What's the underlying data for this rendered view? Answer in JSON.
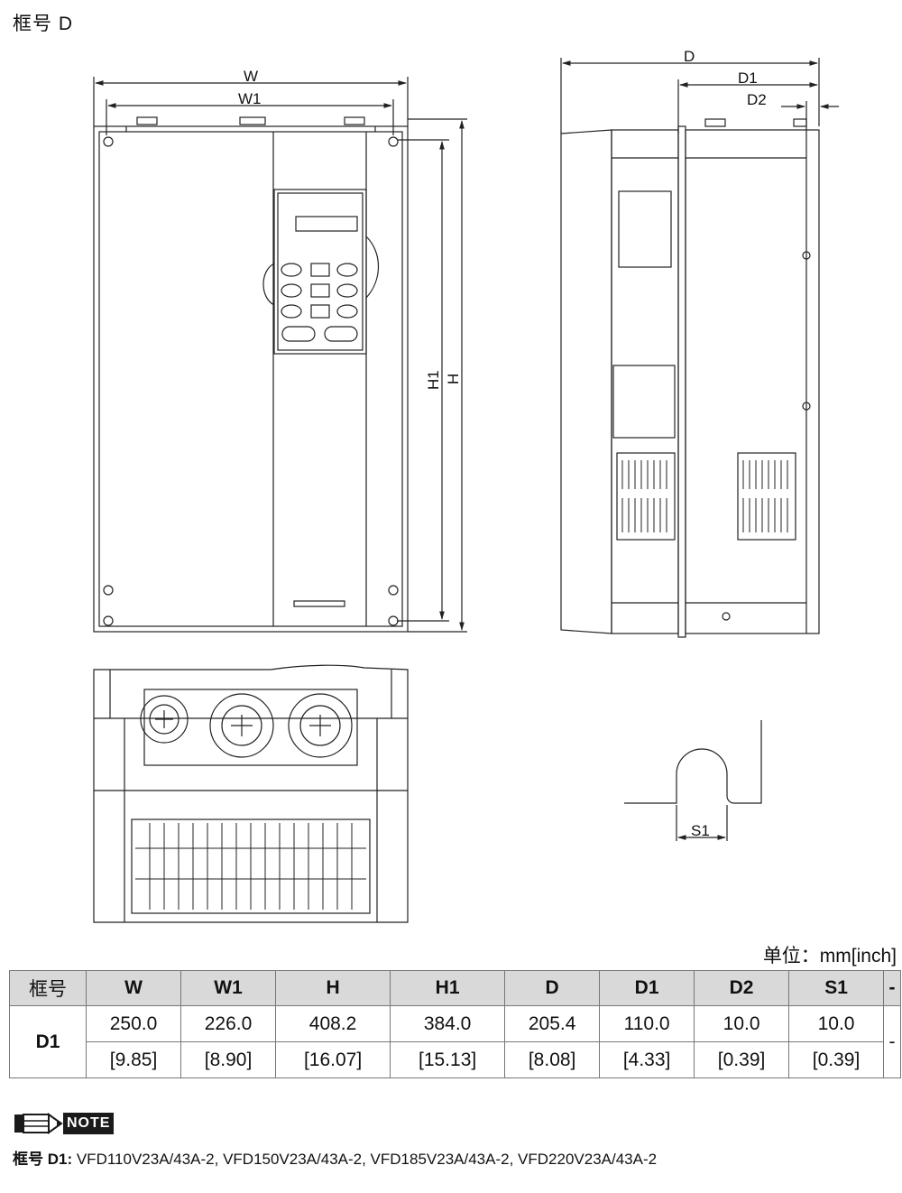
{
  "page": {
    "title": "框号  D",
    "unit_label": "单位：mm[inch]"
  },
  "drawing_labels": {
    "W": "W",
    "W1": "W1",
    "H": "H",
    "H1": "H1",
    "D": "D",
    "D1": "D1",
    "D2": "D2",
    "S1": "S1"
  },
  "table": {
    "headers": [
      "框号",
      "W",
      "W1",
      "H",
      "H1",
      "D",
      "D1",
      "D2",
      "S1",
      "-"
    ],
    "row": {
      "model": "D1",
      "mm": [
        "250.0",
        "226.0",
        "408.2",
        "384.0",
        "205.4",
        "110.0",
        "10.0",
        "10.0"
      ],
      "inch": [
        "[9.85]",
        "[8.90]",
        "[16.07]",
        "[15.13]",
        "[8.08]",
        "[4.33]",
        "[0.39]",
        "[0.39]"
      ],
      "last": "-"
    }
  },
  "note": {
    "badge": "NOTE",
    "label": "框号  D1:",
    "text": " VFD110V23A/43A-2, VFD150V23A/43A-2, VFD185V23A/43A-2, VFD220V23A/43A-2"
  }
}
